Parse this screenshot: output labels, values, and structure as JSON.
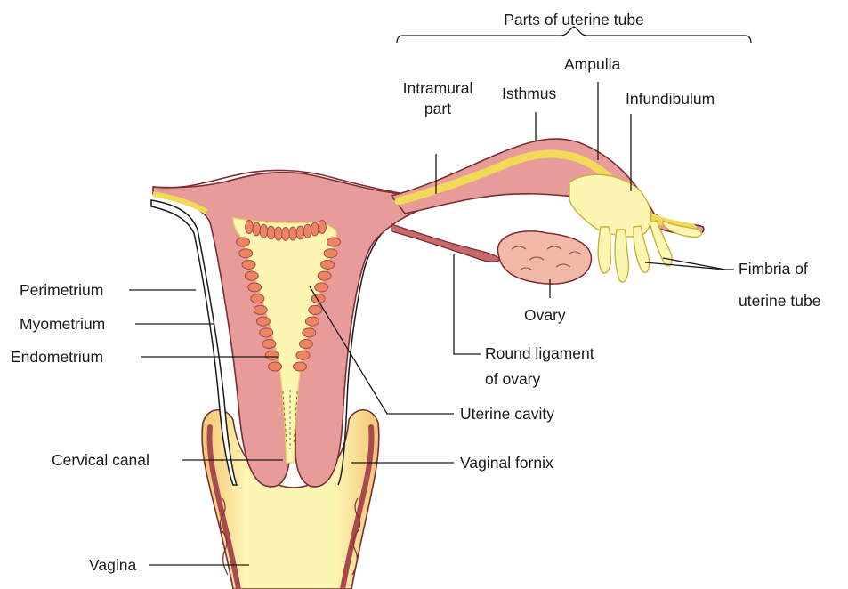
{
  "title": "Parts of uterine tube",
  "colors": {
    "muscle": "#e89c9a",
    "muscle_dark": "#a94a4e",
    "endometrium": "#ec8560",
    "cavity": "#fdf6b2",
    "cavity_edge": "#f1da58",
    "ovary": "#f2b9a8",
    "outline": "#1a1a1a"
  },
  "labels": {
    "intramural_part_line1": "Intramural",
    "intramural_part_line2": "part",
    "isthmus": "Isthmus",
    "ampulla": "Ampulla",
    "infundibulum": "Infundibulum",
    "fimbria_line1": "Fimbria of",
    "fimbria_line2": "uterine tube",
    "ovary": "Ovary",
    "round_ligament_line1": "Round ligament",
    "round_ligament_line2": "of ovary",
    "perimetrium": "Perimetrium",
    "myometrium": "Myometrium",
    "endometrium": "Endometrium",
    "uterine_cavity": "Uterine cavity",
    "cervical_canal": "Cervical canal",
    "vaginal_fornix": "Vaginal fornix",
    "vagina": "Vagina"
  }
}
